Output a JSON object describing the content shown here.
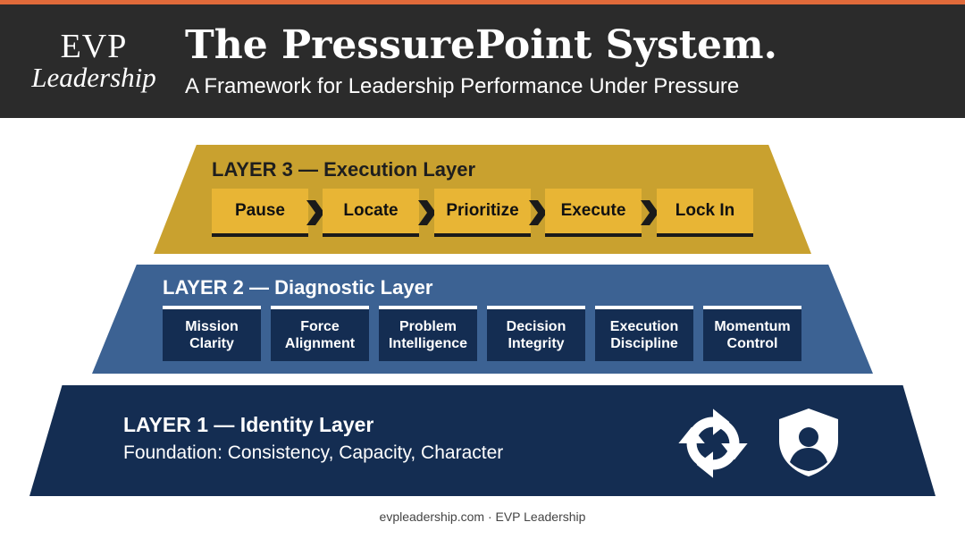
{
  "header": {
    "logo_top": "EVP",
    "logo_bottom": "Leadership",
    "title": "The PressurePoint System.",
    "subtitle": "A Framework for Leadership Performance Under Pressure"
  },
  "layer3": {
    "title": "LAYER 3 — Execution Layer",
    "steps": [
      "Pause",
      "Locate",
      "Prioritize",
      "Execute",
      "Lock In"
    ]
  },
  "layer2": {
    "title": "LAYER 2 — Diagnostic Layer",
    "boxes": [
      [
        "Mission",
        "Clarity"
      ],
      [
        "Force",
        "Alignment"
      ],
      [
        "Problem",
        "Intelligence"
      ],
      [
        "Decision",
        "Integrity"
      ],
      [
        "Execution",
        "Discipline"
      ],
      [
        "Momentum",
        "Control"
      ]
    ]
  },
  "layer1": {
    "title": "LAYER 1 — Identity Layer",
    "subtitle": "Foundation: Consistency, Capacity, Character",
    "icons": [
      "cycle-arrows-icon",
      "shield-person-icon"
    ]
  },
  "footer": {
    "text": "evpleadership.com · EVP Leadership"
  },
  "colors": {
    "accent": "#e06a3a",
    "header_bg": "#2b2b2b",
    "layer3": "#c9a12f",
    "layer3_step": "#e8b535",
    "layer2": "#3c6293",
    "layer1": "#142d52"
  }
}
